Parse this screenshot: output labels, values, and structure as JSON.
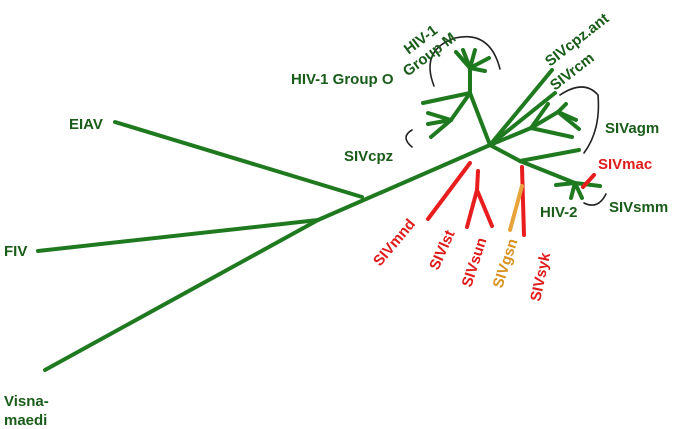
{
  "palette": {
    "branch_main": "#1f7a1f",
    "label_main": "#1a5c1a",
    "branch_red": "#e81d1d",
    "label_red": "#e01b1b",
    "branch_orange": "#e8a33a",
    "label_orange": "#d9921f",
    "bracket": "#222222"
  },
  "labels": {
    "eiav": "EIAV",
    "fiv": "FIV",
    "visna_1": "Visna-",
    "visna_2": "maedi",
    "hiv1_group_m_1": "HIV-1",
    "hiv1_group_m_2": "Group M",
    "hiv1_group_o": "HIV-1 Group O",
    "sivcpz": "SIVcpz",
    "sivcpz_ant": "SIVcpz.ant",
    "sivrcm": "SIVrcm",
    "sivagm": "SIVagm",
    "sivmac": "SIVmac",
    "sivsmm": "SIVsmm",
    "hiv2": "HIV-2",
    "sivmnd": "SIVmnd",
    "sivlst": "SIVlst",
    "sivsun": "SIVsun",
    "sivgsn": "SIVgsn",
    "sivsyk": "SIVsyk"
  }
}
